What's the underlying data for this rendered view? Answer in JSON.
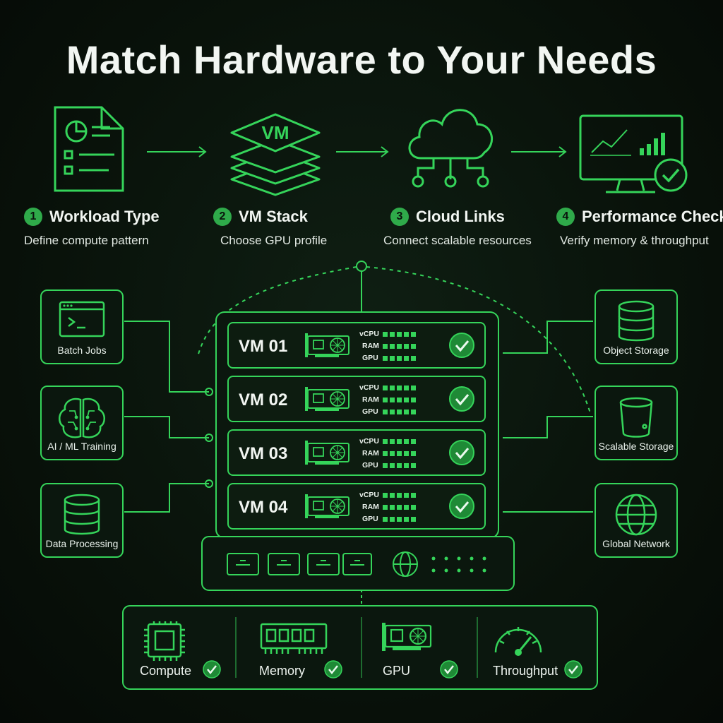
{
  "title": "Match Hardware to Your Needs",
  "steps": [
    {
      "num": "1",
      "title": "Workload Type",
      "desc": "Define compute pattern",
      "icon": "document-chart-icon"
    },
    {
      "num": "2",
      "title": "VM Stack",
      "desc": "Choose GPU profile",
      "icon": "vm-layers-icon",
      "icon_text": "VM"
    },
    {
      "num": "3",
      "title": "Cloud Links",
      "desc": "Connect scalable resources",
      "icon": "cloud-network-icon"
    },
    {
      "num": "4",
      "title": "Performance Check",
      "desc": "Verify memory & throughput",
      "icon": "monitor-check-icon"
    }
  ],
  "workloads": [
    {
      "label": "Batch Jobs",
      "icon": "terminal-icon"
    },
    {
      "label": "AI / ML Training",
      "icon": "brain-icon"
    },
    {
      "label": "Data Processing",
      "icon": "database-icon"
    }
  ],
  "resources": [
    {
      "label": "Object Storage",
      "icon": "database-icon"
    },
    {
      "label": "Scalable Storage",
      "icon": "bucket-icon"
    },
    {
      "label": "Global Network",
      "icon": "globe-icon"
    }
  ],
  "vms": [
    {
      "name": "VM 01",
      "resources": [
        "vCPU",
        "RAM",
        "GPU"
      ]
    },
    {
      "name": "VM 02",
      "resources": [
        "vCPU",
        "RAM",
        "GPU"
      ]
    },
    {
      "name": "VM 03",
      "resources": [
        "vCPU",
        "RAM",
        "GPU"
      ]
    },
    {
      "name": "VM 04",
      "resources": [
        "vCPU",
        "RAM",
        "GPU"
      ]
    }
  ],
  "checks": [
    {
      "label": "Compute",
      "icon": "cpu-chip-icon"
    },
    {
      "label": "Memory",
      "icon": "ram-module-icon"
    },
    {
      "label": "GPU",
      "icon": "gpu-card-icon"
    },
    {
      "label": "Throughput",
      "icon": "gauge-icon"
    }
  ],
  "colors": {
    "accent": "#35d45a",
    "accent_dark": "#1f8a36",
    "background": "#0a120c"
  }
}
